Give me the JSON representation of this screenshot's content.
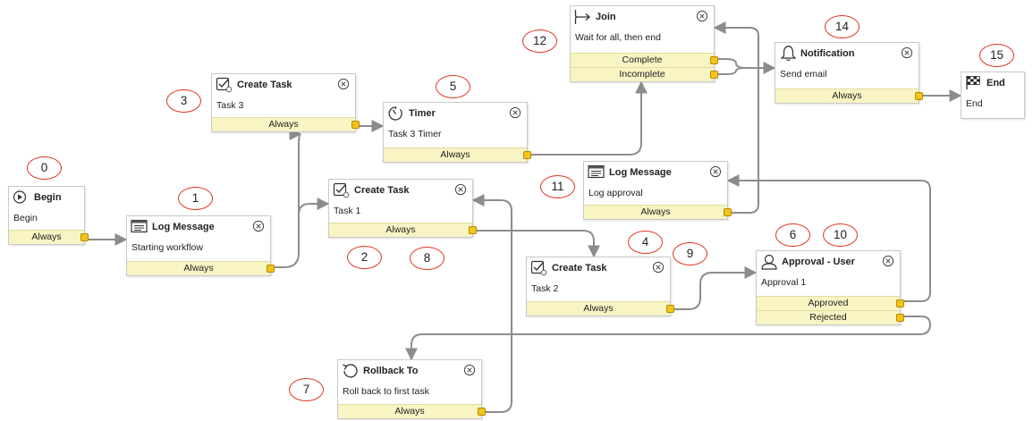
{
  "nodes": [
    {
      "title": "Begin",
      "desc": "Begin",
      "icon": "play-icon",
      "outputs": [
        "Always"
      ]
    },
    {
      "title": "Log Message",
      "desc": "Starting workflow",
      "icon": "log-message-icon",
      "outputs": [
        "Always"
      ]
    },
    {
      "title": "Create Task",
      "desc": "Task 3",
      "icon": "task-check-icon",
      "outputs": [
        "Always"
      ]
    },
    {
      "title": "Timer",
      "desc": "Task 3 Timer",
      "icon": "timer-icon",
      "outputs": [
        "Always"
      ]
    },
    {
      "title": "Create Task",
      "desc": "Task 1",
      "icon": "task-check-icon",
      "outputs": [
        "Always"
      ]
    },
    {
      "title": "Join",
      "desc": "Wait for all, then end",
      "icon": "join-icon",
      "outputs": [
        "Complete",
        "Incomplete"
      ]
    },
    {
      "title": "Log Message",
      "desc": "Log approval",
      "icon": "log-message-icon",
      "outputs": [
        "Always"
      ]
    },
    {
      "title": "Create Task",
      "desc": "Task 2",
      "icon": "task-check-icon",
      "outputs": [
        "Always"
      ]
    },
    {
      "title": "Notification",
      "desc": "Send email",
      "icon": "bell-icon",
      "outputs": [
        "Always"
      ]
    },
    {
      "title": "Approval - User",
      "desc": "Approval 1",
      "icon": "user-icon",
      "outputs": [
        "Approved",
        "Rejected"
      ]
    },
    {
      "title": "End",
      "desc": "End",
      "icon": "checkered-flag-icon",
      "outputs": []
    },
    {
      "title": "Rollback To",
      "desc": "Roll back to first task",
      "icon": "rollback-icon",
      "outputs": [
        "Always"
      ]
    }
  ],
  "badges": [
    "0",
    "1",
    "2",
    "3",
    "4",
    "5",
    "6",
    "7",
    "8",
    "9",
    "10",
    "11",
    "12",
    "14",
    "15"
  ],
  "colors": {
    "output_bar": "#f8f4c4",
    "port": "#f2c41c",
    "wire": "#8c8c8c",
    "badge_ring": "#e0321c"
  }
}
